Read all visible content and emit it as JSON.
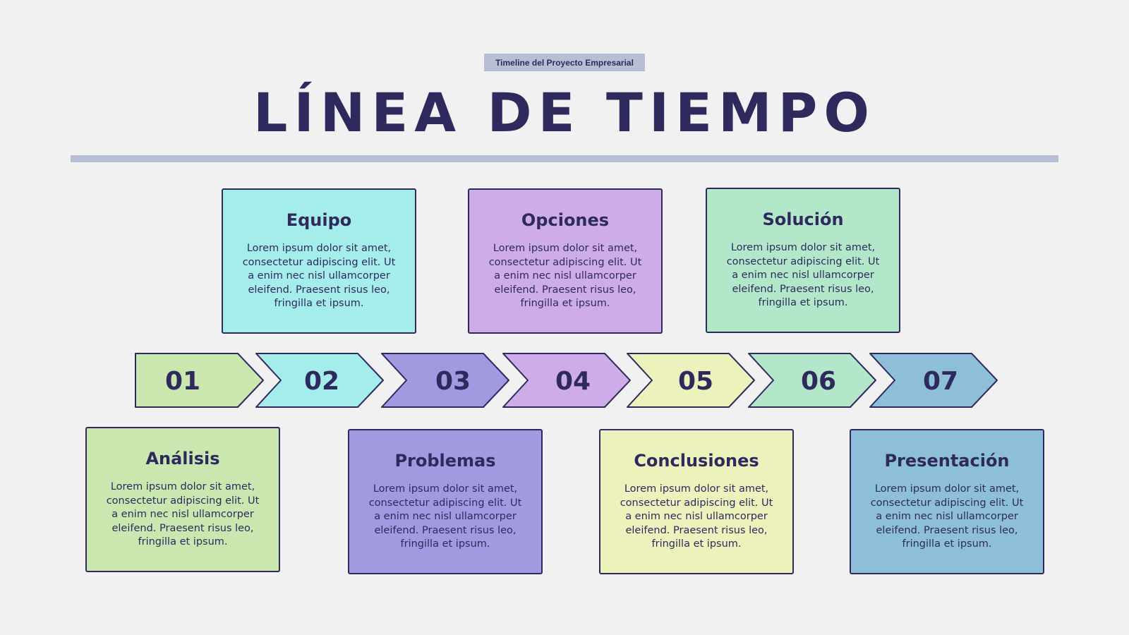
{
  "header": {
    "badge": "Timeline del Proyecto Empresarial",
    "title": "LÍNEA DE TIEMPO"
  },
  "steps": [
    {
      "number": "01",
      "title": "Análisis",
      "text": "Lorem ipsum dolor sit amet, consectetur adipiscing elit. Ut a enim nec nisl ullamcorper eleifend. Praesent risus leo, fringilla et ipsum.",
      "color": "#cbe7b0"
    },
    {
      "number": "02",
      "title": "Equipo",
      "text": "Lorem ipsum dolor sit amet, consectetur adipiscing elit. Ut a enim nec nisl ullamcorper eleifend. Praesent risus leo, fringilla et ipsum.",
      "color": "#a5edeb"
    },
    {
      "number": "03",
      "title": "Problemas",
      "text": "Lorem ipsum dolor sit amet, consectetur adipiscing elit. Ut a enim nec nisl ullamcorper eleifend. Praesent risus leo, fringilla et ipsum.",
      "color": "#a09be0"
    },
    {
      "number": "04",
      "title": "Opciones",
      "text": "Lorem ipsum dolor sit amet, consectetur adipiscing elit. Ut a enim nec nisl ullamcorper eleifend. Praesent risus leo, fringilla et ipsum.",
      "color": "#ceace8"
    },
    {
      "number": "05",
      "title": "Conclusiones",
      "text": "Lorem ipsum dolor sit amet, consectetur adipiscing elit. Ut a enim nec nisl ullamcorper eleifend. Praesent risus leo, fringilla et ipsum.",
      "color": "#edf2bd"
    },
    {
      "number": "06",
      "title": "Solución",
      "text": "Lorem ipsum dolor sit amet, consectetur adipiscing elit. Ut a enim nec nisl ullamcorper eleifend. Praesent risus leo, fringilla et ipsum.",
      "color": "#b2e8c9"
    },
    {
      "number": "07",
      "title": "Presentación",
      "text": "Lorem ipsum dolor sit amet, consectetur adipiscing elit. Ut a enim nec nisl ullamcorper eleifend. Praesent risus leo, fringilla et ipsum.",
      "color": "#8dbfd9"
    }
  ],
  "colors": {
    "ink": "#2e2a5e",
    "background": "#f1f1f2",
    "accent": "#b8bfd4"
  }
}
